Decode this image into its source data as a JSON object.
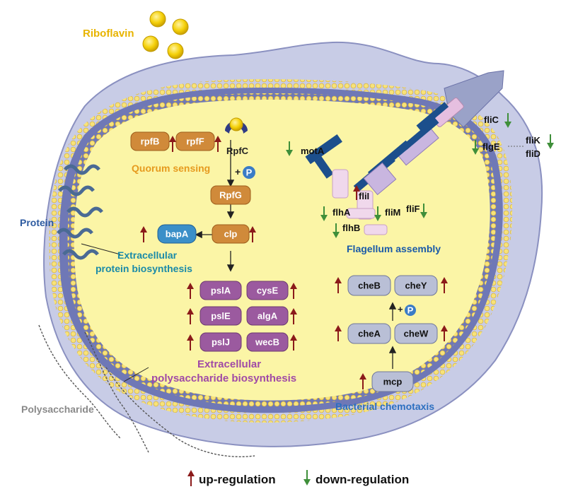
{
  "colors": {
    "up": "#8b1a1a",
    "down": "#3f8f3a",
    "quorum_node": "#d08a3a",
    "eps_node": "#9b5a9f",
    "chemotaxis_node": "#b9bfd6",
    "bapA_node": "#3b8fc8",
    "cytoplasm": "#fbf5a6",
    "membrane": "#7a82b8",
    "flagellum_dark": "#1c4f8c"
  },
  "labels": {
    "riboflavin": "Riboflavin",
    "protein": "Protein",
    "polysaccharide": "Polysaccharide",
    "quorum_sensing": "Quorum sensing",
    "extracellular_protein": [
      "Extracellular",
      "protein biosynthesis"
    ],
    "extracellular_polysaccharide": [
      "Extracellular",
      "polysaccharide biosynthesis"
    ],
    "flagellum_assembly": "Flagellum assembly",
    "bacterial_chemotaxis": "Bacterial chemotaxis",
    "phosphate": "P",
    "plus": "+"
  },
  "quorum": {
    "rpfB": "rpfB",
    "rpfF": "rpfF",
    "rpfC": "RpfC",
    "rpfG": "RpfG",
    "clp": "clp",
    "bapA": "bapA"
  },
  "eps_genes": [
    "pslA",
    "cysE",
    "pslE",
    "algA",
    "pslJ",
    "wecB"
  ],
  "chemotaxis_genes": {
    "cheB": "cheB",
    "cheY": "cheY",
    "cheA": "cheA",
    "cheW": "cheW",
    "mcp": "mcp"
  },
  "flagellum_genes": {
    "motA": "motA",
    "fliI": "fliI",
    "flhA": "flhA",
    "fliM": "fliM",
    "fliF": "fliF",
    "flhB": "flhB",
    "fliC": "fliC",
    "flgE": "flgE",
    "fliK": "fliK",
    "fliD": "fliD"
  },
  "legend": {
    "up": "up-regulation",
    "down": "down-regulation"
  }
}
